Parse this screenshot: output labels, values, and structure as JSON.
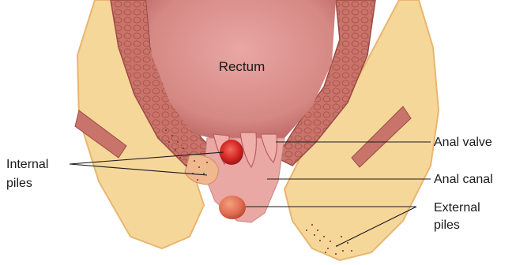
{
  "labels": {
    "rectum": "Rectum",
    "anal_valve": "Anal valve",
    "anal_canal": "Anal canal",
    "internal_piles_line1": "Internal",
    "internal_piles_line2": "piles",
    "external_piles_line1": "External",
    "external_piles_line2": "piles"
  },
  "colors": {
    "fat_tissue": "#f6d79a",
    "fat_shadow": "#e9b56f",
    "muscle_wall": "#c9746a",
    "muscle_texture": "#a9524c",
    "rectum_lumen": "#d98f8c",
    "lumen_shadow": "#b8605f",
    "canal": "#e9a8a3",
    "internal_pile": "#d62a26",
    "external_pile": "#e06a50",
    "stipple": "#8a2a1e",
    "leader_line": "#1a1a1a"
  }
}
